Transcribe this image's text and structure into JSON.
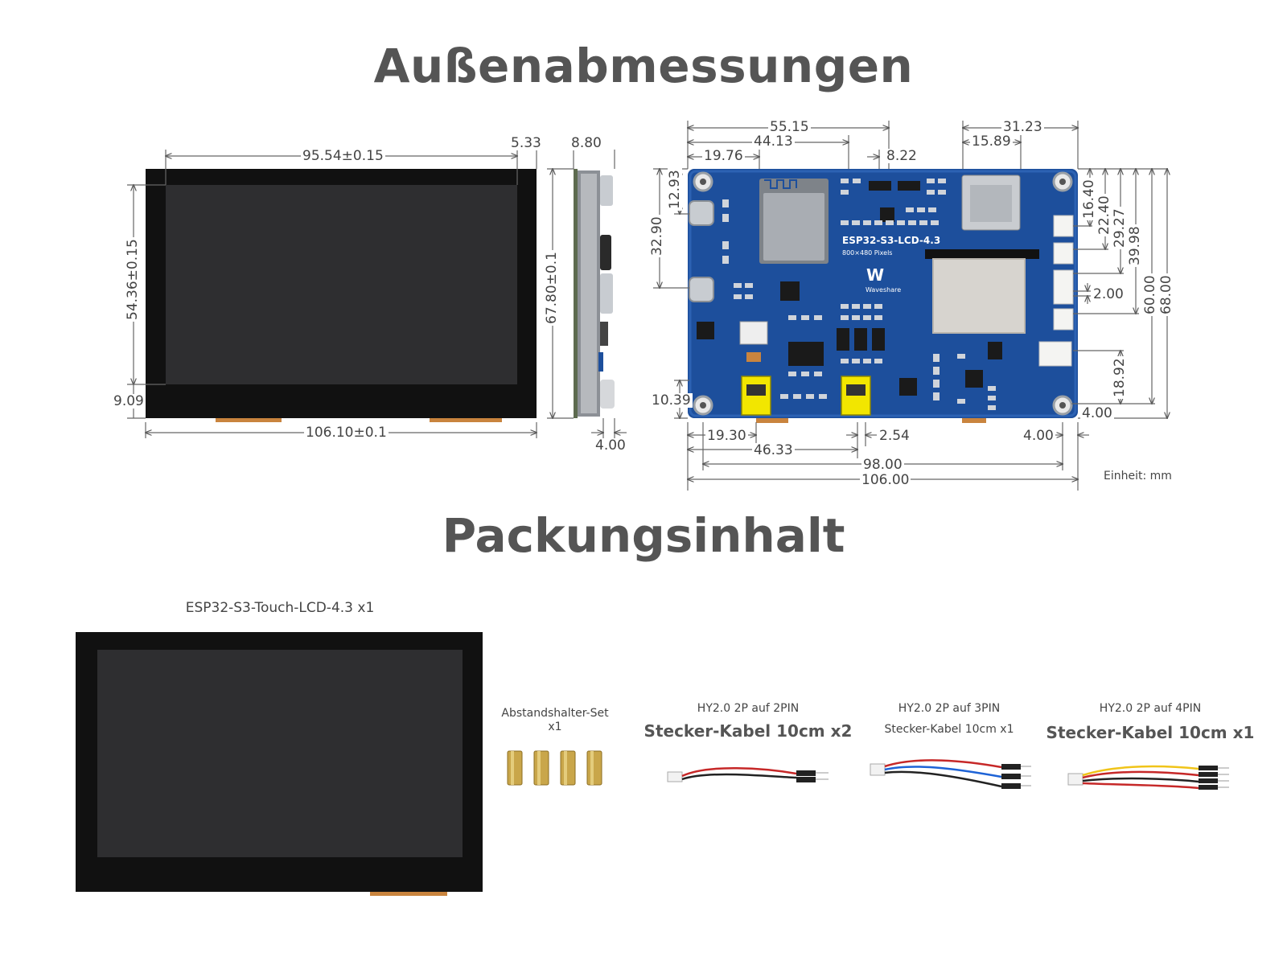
{
  "sections": {
    "dimensions_title": "Außenabmessungen",
    "contents_title": "Packungsinhalt"
  },
  "front_view": {
    "width_active": "95.54±0.15",
    "offset_right": "5.33",
    "height_active": "54.36±0.15",
    "bottom_offset": "9.09",
    "width_total": "106.10±0.1"
  },
  "side_view": {
    "thickness": "8.80",
    "height_total": "67.80±0.1",
    "bottom": "4.00"
  },
  "back_view": {
    "top": [
      "55.15",
      "44.13",
      "19.76",
      "8.22",
      "31.23",
      "15.89"
    ],
    "left": [
      "12.93",
      "32.90",
      "10.39"
    ],
    "right": [
      "16.40",
      "22.40",
      "29.27",
      "39.98",
      "60.00",
      "68.00",
      "2.00",
      "18.92",
      "4.00"
    ],
    "bottom": [
      "19.30",
      "46.33",
      "2.54",
      "4.00",
      "98.00",
      "106.00"
    ],
    "board_label": "ESP32-S3-LCD-4.3",
    "board_sublabel": "800×480 Pixels",
    "brand": "Waveshare",
    "unit_label": "Einheit: mm"
  },
  "package_items": {
    "display_label": "ESP32-S3-Touch-LCD-4.3 x1",
    "spacer_line1": "Abstandshalter-Set",
    "spacer_line2": "x1",
    "cable1_small": "HY2.0 2P auf 2PIN",
    "cable1_big": "Stecker-Kabel 10cm x2",
    "cable2_small": "HY2.0 2P auf 3PIN",
    "cable2_big": "Stecker-Kabel 10cm x1",
    "cable3_small": "HY2.0 2P auf 4PIN",
    "cable3_big": "Stecker-Kabel 10cm x1"
  },
  "colors": {
    "pcb": "#1d4f9c",
    "pcb_light": "#2c62b3",
    "screen_bezel": "#111111",
    "screen_active": "#2e2e30",
    "fpc": "#c9843e",
    "connector": "#f2e600",
    "brass": "#c9a64a"
  }
}
